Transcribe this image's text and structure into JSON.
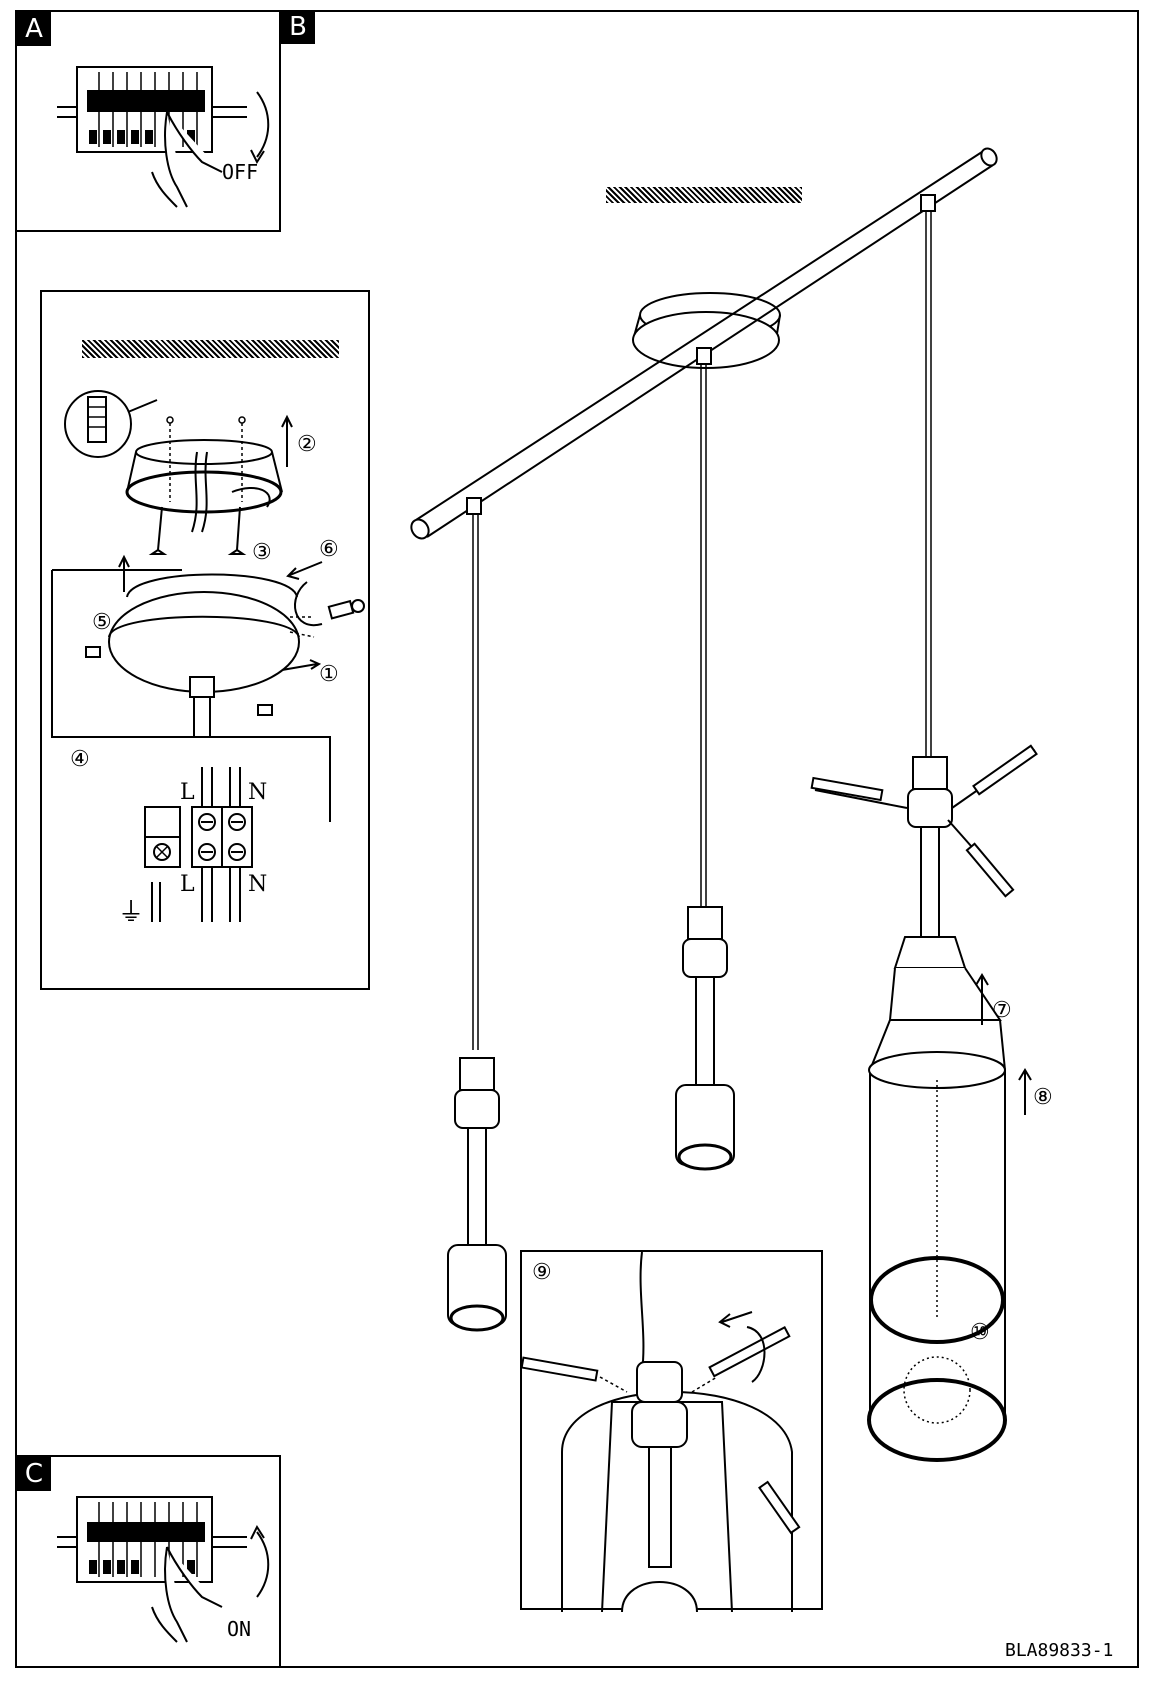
{
  "panels": {
    "a": {
      "tag": "A",
      "switch_label": "OFF"
    },
    "b": {
      "tag": "B"
    },
    "c": {
      "tag": "C",
      "switch_label": "ON"
    }
  },
  "steps": [
    "①",
    "②",
    "③",
    "④",
    "⑤",
    "⑥",
    "⑦",
    "⑧",
    "⑨",
    "⑩"
  ],
  "terminals": {
    "top_l": "L",
    "top_n": "N",
    "bottom_l": "L",
    "bottom_n": "N"
  },
  "ground_symbol": "⏚",
  "footer": {
    "doc_code": "BLA89833-1"
  }
}
